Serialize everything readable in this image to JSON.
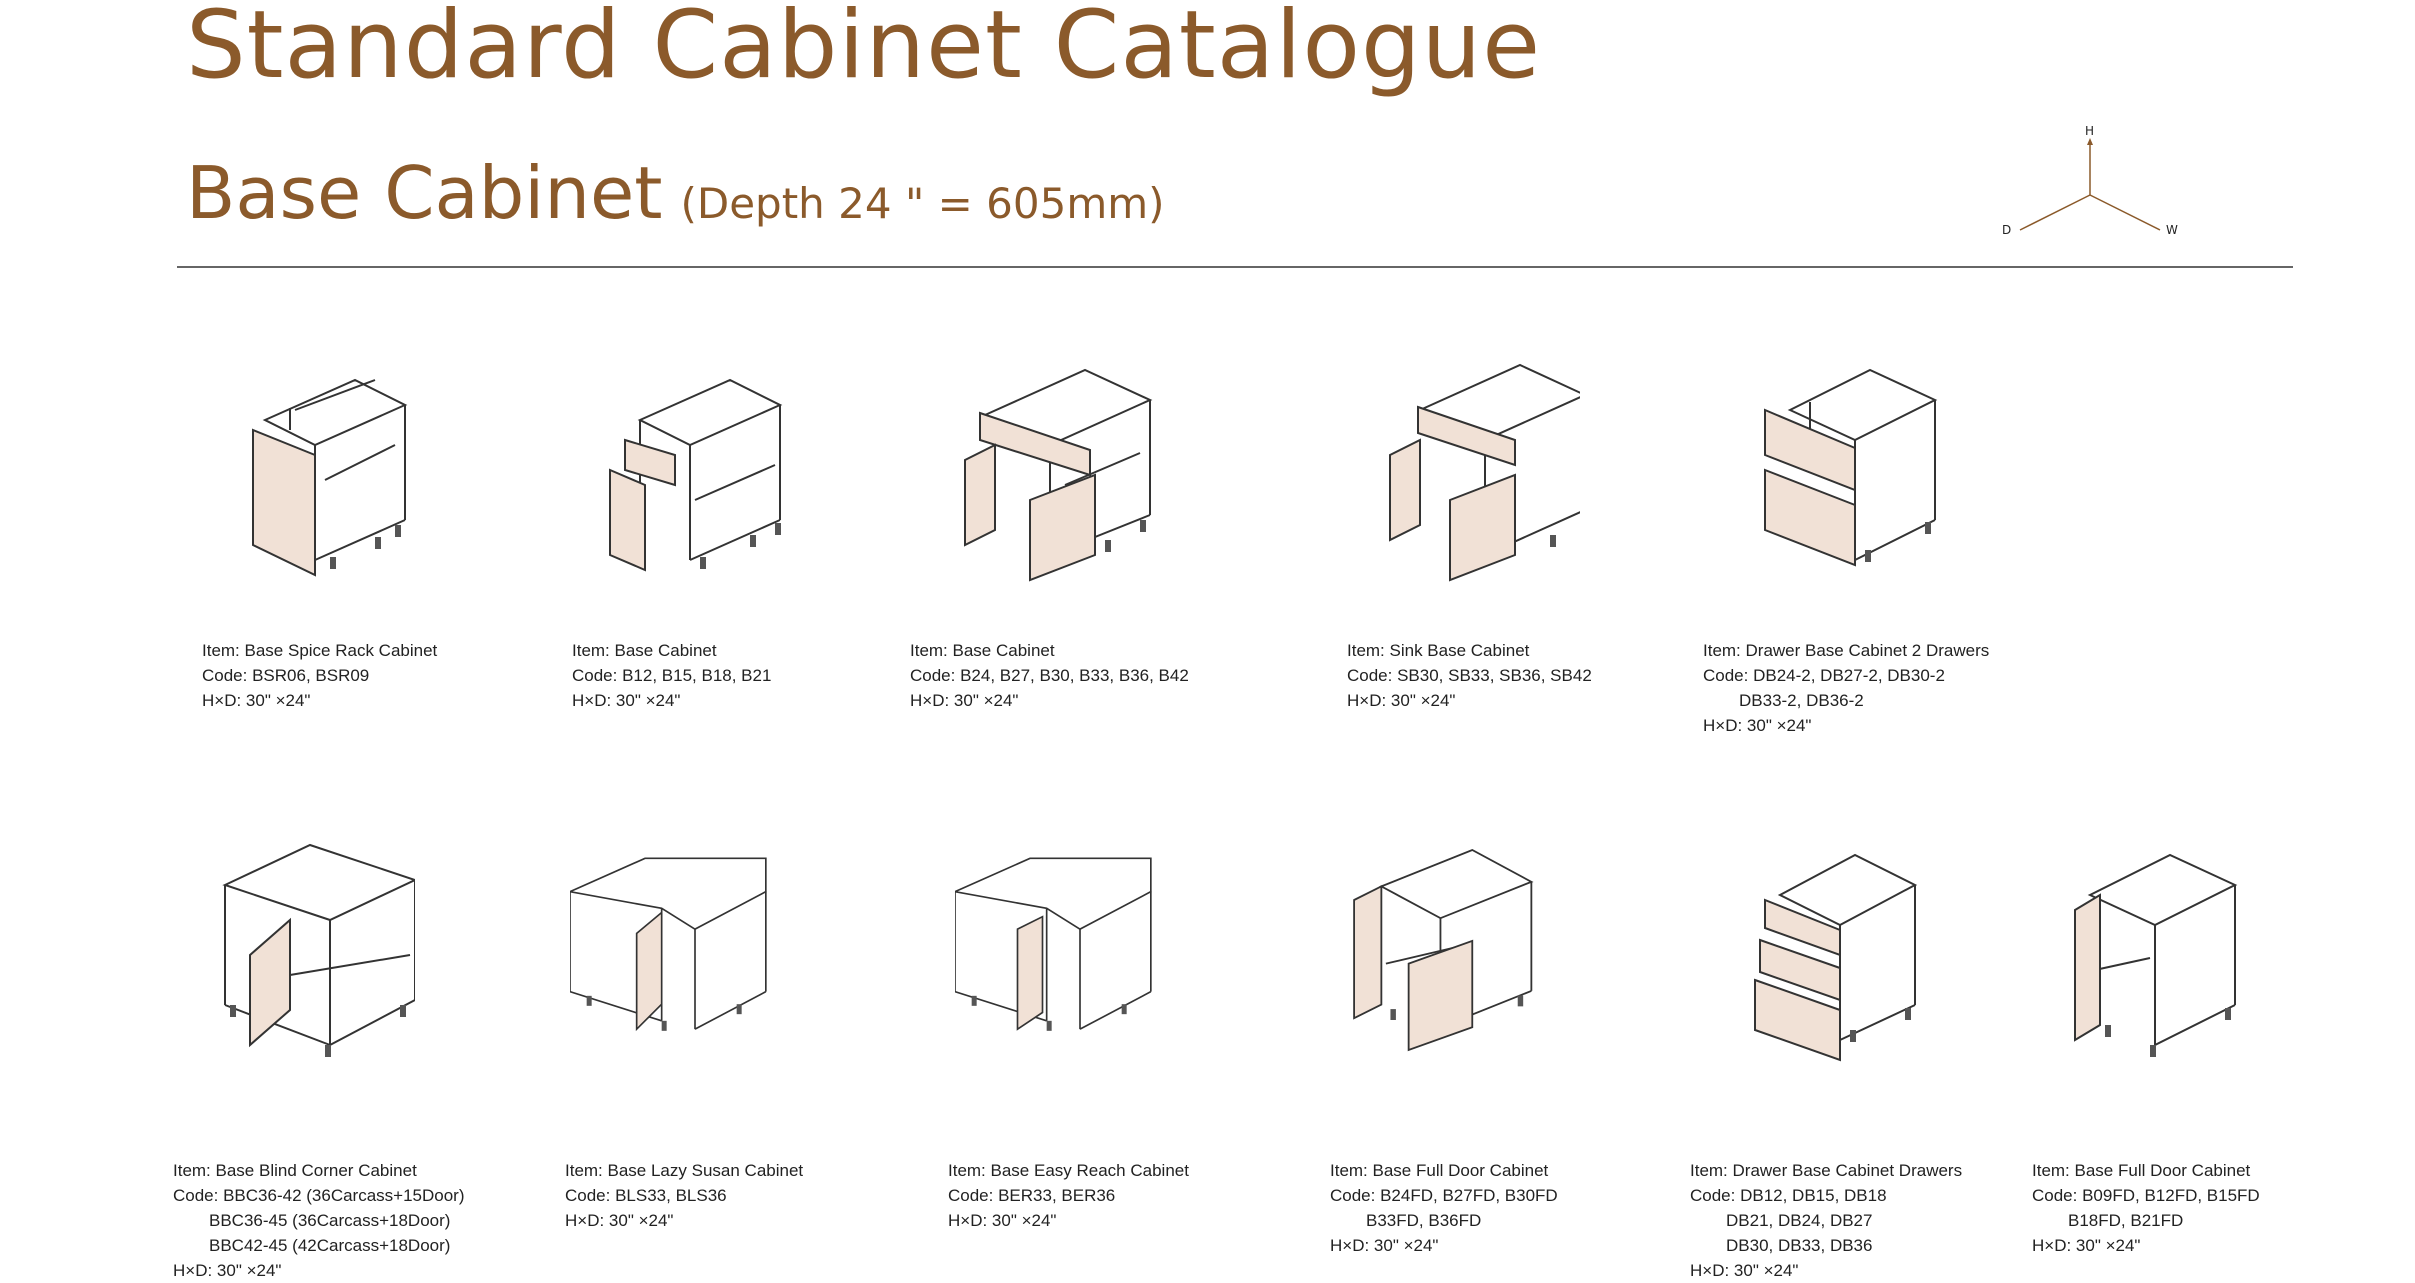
{
  "header": {
    "title": "Standard Cabinet Catalogue",
    "section_title": "Base Cabinet",
    "section_subtitle": "(Depth 24 \" = 605mm)"
  },
  "axis_legend": {
    "h": "H",
    "d": "D",
    "w": "W"
  },
  "colors": {
    "brand": "#8b5a2b",
    "door_fill": "#f1e1d6",
    "line": "#333333"
  },
  "items": [
    {
      "name": "Item: Base Spice Rack Cabinet",
      "code": "Code: BSR06, BSR09",
      "dims": "H×D: 30\" ×24\""
    },
    {
      "name": "Item: Base Cabinet",
      "code": "Code: B12, B15, B18, B21",
      "dims": "H×D:  30\" ×24\""
    },
    {
      "name": "Item: Base Cabinet",
      "code": "Code: B24, B27, B30, B33, B36, B42",
      "dims": "H×D:  30\" ×24\""
    },
    {
      "name": "Item: Sink Base Cabinet",
      "code": "Code: SB30, SB33, SB36, SB42",
      "dims": "H×D:  30\" ×24\""
    },
    {
      "name": "Item: Drawer Base Cabinet 2 Drawers",
      "code": "Code: DB24-2, DB27-2, DB30-2",
      "code2": "DB33-2, DB36-2",
      "dims": "H×D: 30\" ×24\""
    },
    {
      "name": "Item: Base Blind Corner Cabinet",
      "code": "Code: BBC36-42 (36Carcass+15Door)",
      "code2": "BBC36-45 (36Carcass+18Door)",
      "code3": "BBC42-45 (42Carcass+18Door)",
      "dims": "H×D: 30\" ×24\""
    },
    {
      "name": "Item: Base Lazy Susan Cabinet",
      "code": "Code: BLS33, BLS36",
      "dims": "H×D:  30\" ×24\""
    },
    {
      "name": "Item: Base Easy Reach Cabinet",
      "code": "Code: BER33, BER36",
      "dims": "H×D:  30\" ×24\""
    },
    {
      "name": "Item: Base Full Door Cabinet",
      "code": "Code: B24FD, B27FD, B30FD",
      "code2": "B33FD, B36FD",
      "dims": "H×D:  30\" ×24\""
    },
    {
      "name": "Item: Drawer Base Cabinet Drawers",
      "code": "Code: DB12, DB15, DB18",
      "code2": "DB21, DB24, DB27",
      "code3": "DB30, DB33, DB36",
      "dims": "H×D:  30\" ×24\""
    },
    {
      "name": "Item: Base Full Door Cabinet",
      "code": "Code: B09FD, B12FD, B15FD",
      "code2": "B18FD, B21FD",
      "dims": "H×D:  30\" ×24\""
    }
  ]
}
